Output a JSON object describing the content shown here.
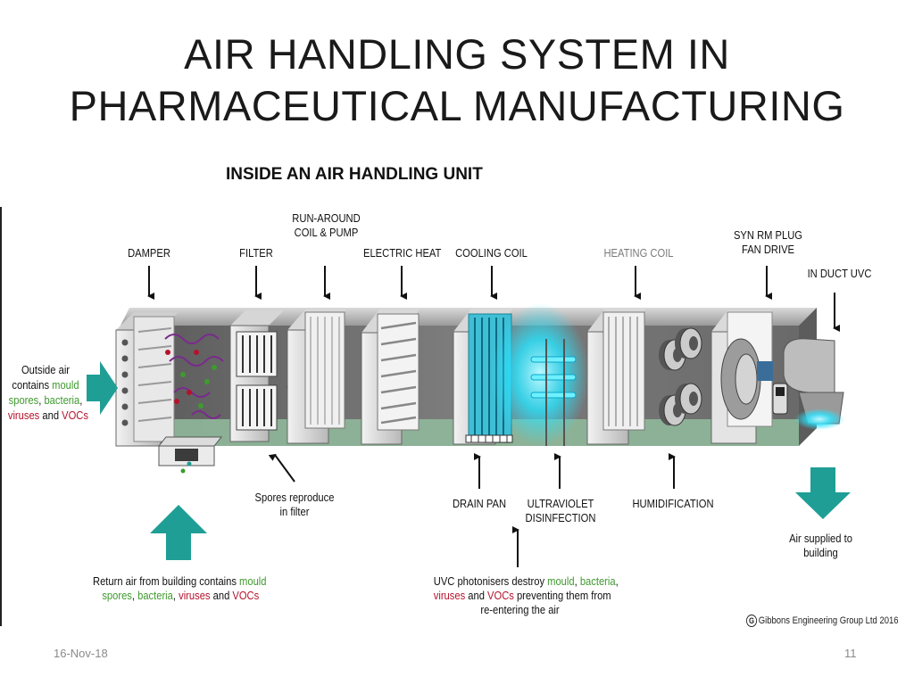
{
  "slide": {
    "title_line1": "AIR HANDLING SYSTEM IN",
    "title_line2": "PHARMACEUTICAL MANUFACTURING",
    "subtitle": "INSIDE AN AIR HANDLING UNIT",
    "date": "16-Nov-18",
    "page_number": "11"
  },
  "labels": {
    "damper": "DAMPER",
    "filter": "FILTER",
    "runaround_1": "RUN-AROUND",
    "runaround_2": "COIL & PUMP",
    "electric_heat": "ELECTRIC HEAT",
    "cooling_coil": "COOLING COIL",
    "heating_coil": "HEATING COIL",
    "fan_1": "SYN RM PLUG",
    "fan_2": "FAN DRIVE",
    "in_duct_uvc": "IN DUCT UVC",
    "spores_1": "Spores reproduce",
    "spores_2": "in filter",
    "drain_pan": "DRAIN PAN",
    "uv_1": "ULTRAVIOLET",
    "uv_2": "DISINFECTION",
    "humidification": "HUMIDIFICATION",
    "supplied_1": "Air supplied to",
    "supplied_2": "building"
  },
  "outside_air": {
    "l1": "Outside air",
    "l2a": "contains ",
    "mould": "mould",
    "spores": "spores",
    "comma1": ", ",
    "bacteria": "bacteria",
    "comma2": ",",
    "viruses": "viruses",
    "and": " and ",
    "vocs": "VOCs"
  },
  "return_air": {
    "l1a": "Return air from building contains ",
    "mould": "mould",
    "spores": "spores",
    "comma1": ", ",
    "bacteria": "bacteria",
    "comma2": ", ",
    "viruses": "viruses",
    "and": " and ",
    "vocs": "VOCs"
  },
  "uvc_note": {
    "l1a": "UVC photonisers destroy ",
    "mould": "mould",
    "comma1": ", ",
    "bacteria": "bacteria",
    "comma2": ",",
    "viruses": "viruses",
    "l2b": " and ",
    "vocs": "VOCs",
    "l2c": " preventing them from",
    "l3": "re-entering the air"
  },
  "copyright": {
    "symbol": "G",
    "text": "Gibbons Engineering Group Ltd 2016"
  },
  "colors": {
    "arrow_teal": "#1f9e96",
    "uv_cyan": "#28e4ff",
    "mould_green": "#3f9a2f",
    "virus_red": "#b5122b",
    "floor_green": "#8fb89a"
  }
}
